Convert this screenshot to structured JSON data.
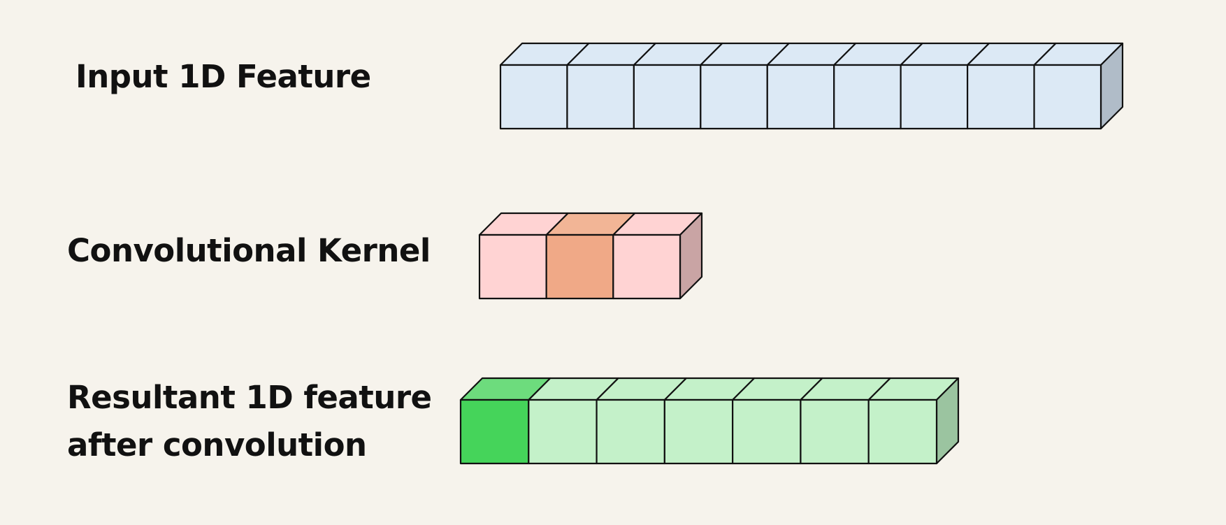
{
  "labels": {
    "input": "Input 1D Feature",
    "kernel": "Convolutional Kernel",
    "result_line1": "Resultant 1D feature",
    "result_line2": "after convolution"
  },
  "rows": [
    {
      "id": "input",
      "cell_count": 9,
      "colors": {
        "front": "#dce9f5",
        "top": "#dce9f5",
        "side": "#b0bcc8"
      },
      "highlight": []
    },
    {
      "id": "kernel",
      "cell_count": 3,
      "colors": {
        "front": "#ffd3d3",
        "top": "#ffd3d3",
        "side": "#c9a4a4"
      },
      "highlight": [
        {
          "index": 1,
          "front": "#f0a987",
          "top": "#f2b596"
        }
      ]
    },
    {
      "id": "result",
      "cell_count": 7,
      "colors": {
        "front": "#c4f1c9",
        "top": "#c4f1c9",
        "side": "#9bc4a0"
      },
      "highlight": [
        {
          "index": 0,
          "front": "#45d45a",
          "top": "#6ddc7d"
        }
      ]
    }
  ],
  "stroke_color": "#111111"
}
